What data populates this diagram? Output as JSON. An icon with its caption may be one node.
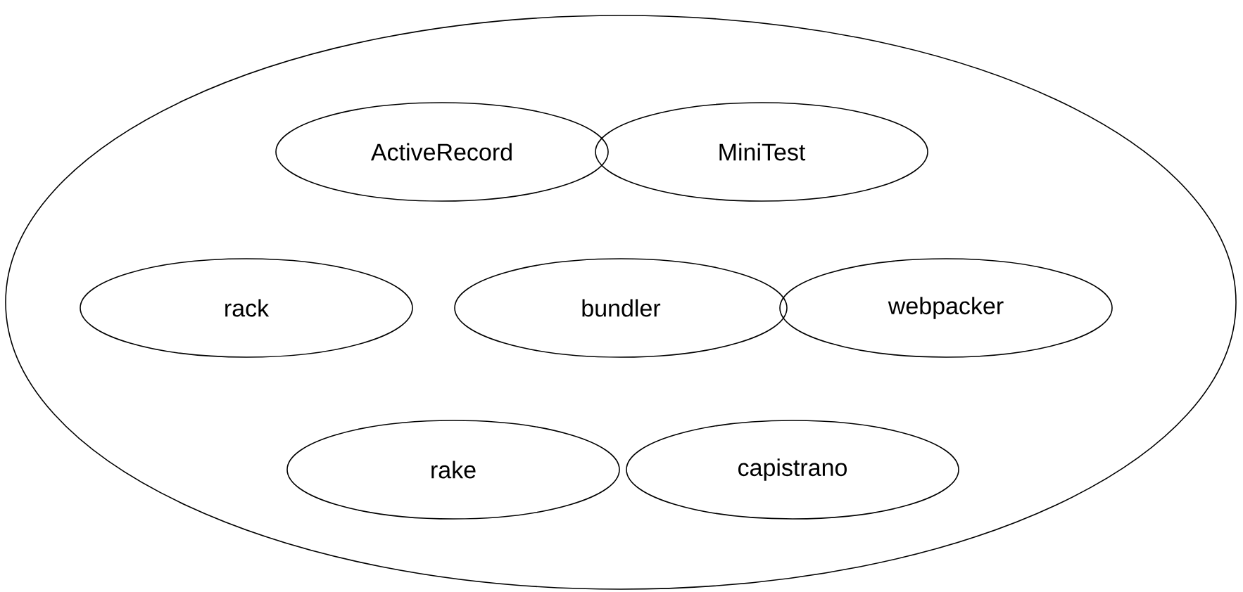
{
  "diagram": {
    "nodes": [
      {
        "text": [],
        "shape": "ellipse"
      },
      {
        "text": [
          "ActiveRecord"
        ],
        "in": 0
      },
      {
        "text": [
          "MiniTest"
        ],
        "in": 0
      },
      {
        "text": [
          "rack"
        ],
        "in": 0
      },
      {
        "text": [
          "bundler"
        ],
        "in": 0
      },
      {
        "text": [
          "webpacker"
        ],
        "in": 0
      },
      {
        "text": [
          "rake"
        ],
        "in": 0
      },
      {
        "text": [
          "capistrano"
        ],
        "in": 0
      }
    ]
  }
}
